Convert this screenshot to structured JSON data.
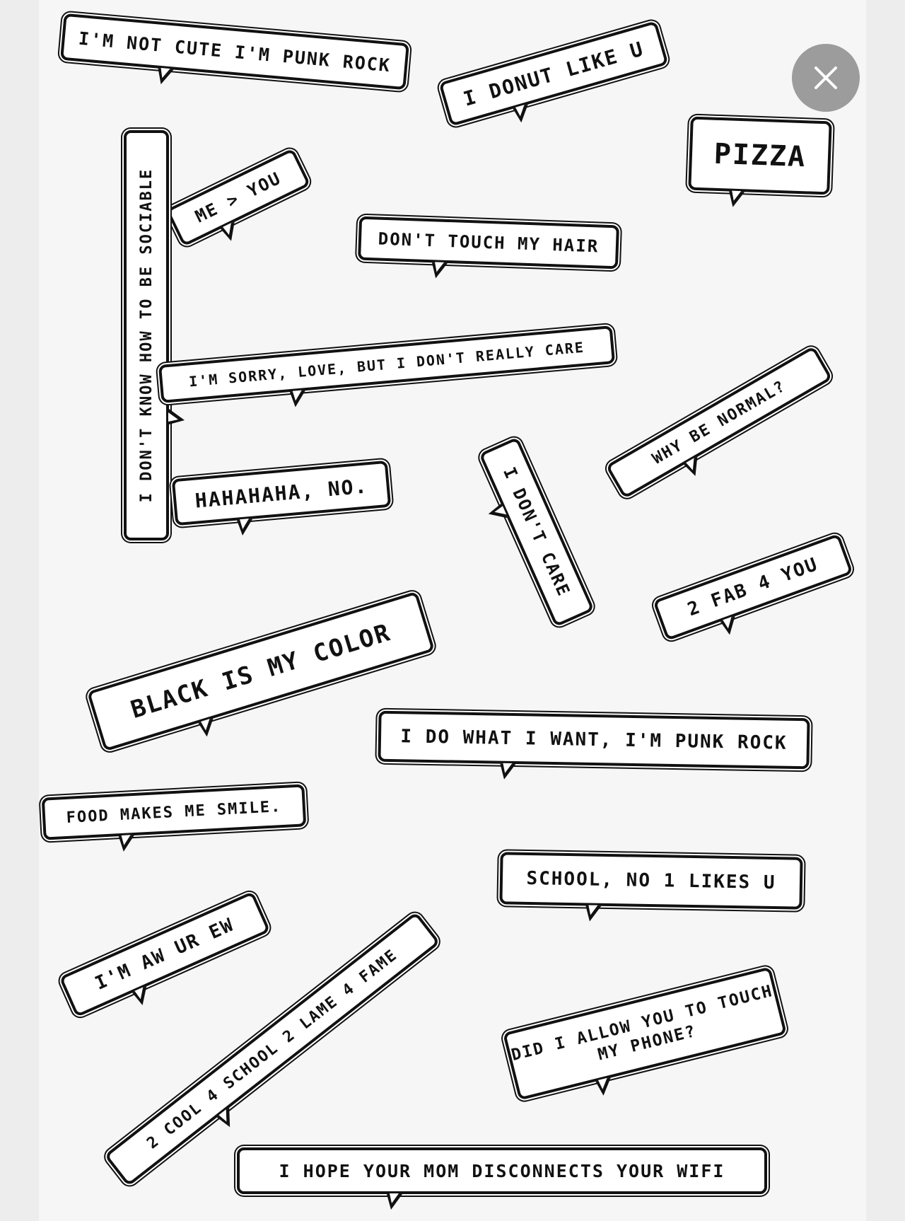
{
  "viewer": {
    "close_icon": "close-icon",
    "close_button_color": "#9c9c9c"
  },
  "bubbles": [
    "I'M NOT CUTE I'M PUNK ROCK",
    "I DONUT LIKE U",
    "PIZZA",
    "ME > YOU",
    "DON'T TOUCH MY HAIR",
    "I DON'T KNOW HOW TO BE SOCIABLE",
    "I'M SORRY, LOVE, BUT I DON'T REALLY CARE",
    "WHY BE NORMAL?",
    "HAHAHAHA, NO.",
    "I DON'T CARE",
    "2 FAB 4 YOU",
    "BLACK IS MY COLOR",
    "I DO WHAT I WANT, I'M PUNK ROCK",
    "FOOD MAKES ME SMILE.",
    "SCHOOL, NO 1 LIKES U",
    "I'M AW UR EW",
    "2 COOL 4 SCHOOL 2 LAME 4 FAME",
    "DID I ALLOW YOU TO TOUCH MY PHONE?",
    "I HOPE YOUR MOM DISCONNECTS YOUR WIFI"
  ]
}
